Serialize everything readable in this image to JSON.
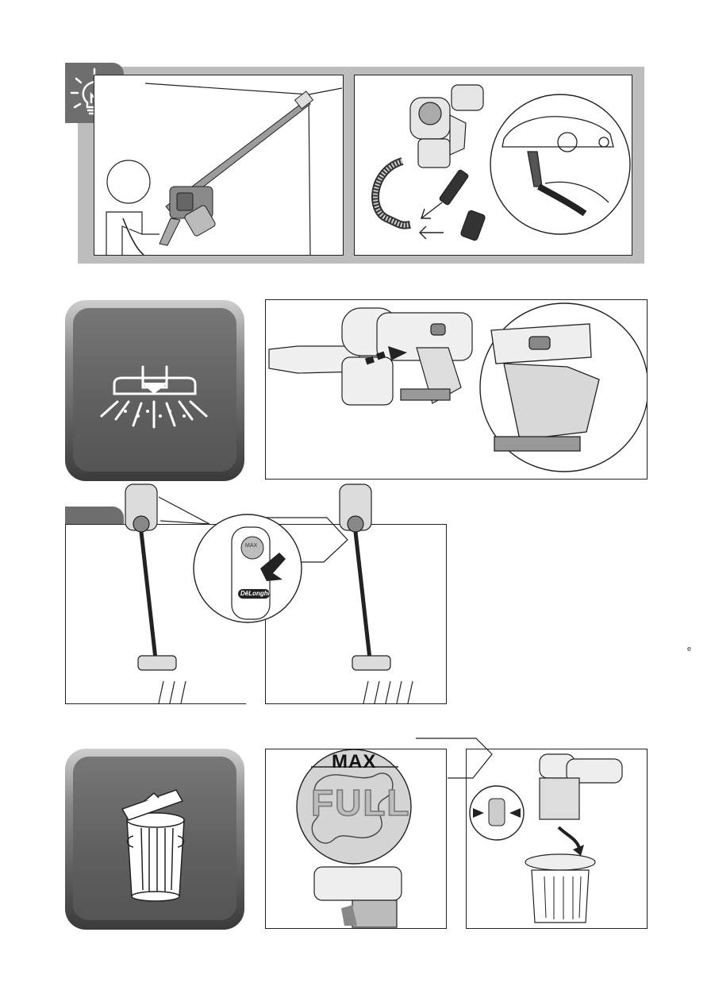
{
  "sections": {
    "tips": {
      "icon": "lightbulb-icon"
    },
    "suction": {
      "icon": "floor-nozzle-icon"
    },
    "power": {
      "icon": "power-level-icon",
      "button_text": "MAX",
      "brand_text": "DēLonghi"
    },
    "empty": {
      "icon": "trash-bin-icon",
      "max_text": "MAX",
      "full_text": "FULL"
    }
  },
  "side_mark": "e",
  "colors": {
    "tab_grey": "#6e6e6e",
    "band_grey": "#bdbdbd",
    "line": "#222222"
  }
}
